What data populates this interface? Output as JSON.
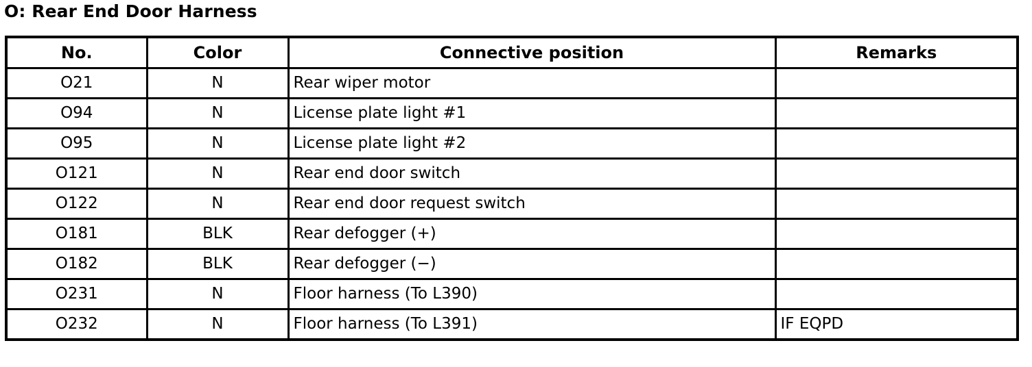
{
  "document": {
    "title": "O: Rear End Door Harness"
  },
  "table": {
    "columns": [
      {
        "key": "no",
        "label": "No.",
        "align": "center"
      },
      {
        "key": "color",
        "label": "Color",
        "align": "center"
      },
      {
        "key": "pos",
        "label": "Connective position",
        "align": "left"
      },
      {
        "key": "remarks",
        "label": "Remarks",
        "align": "left"
      }
    ],
    "rows": [
      {
        "no": "O21",
        "color": "N",
        "pos": "Rear wiper motor",
        "remarks": ""
      },
      {
        "no": "O94",
        "color": "N",
        "pos": "License plate light #1",
        "remarks": ""
      },
      {
        "no": "O95",
        "color": "N",
        "pos": "License plate light #2",
        "remarks": ""
      },
      {
        "no": "O121",
        "color": "N",
        "pos": "Rear end door switch",
        "remarks": ""
      },
      {
        "no": "O122",
        "color": "N",
        "pos": "Rear end door request switch",
        "remarks": ""
      },
      {
        "no": "O181",
        "color": "BLK",
        "pos": "Rear defogger (+)",
        "remarks": ""
      },
      {
        "no": "O182",
        "color": "BLK",
        "pos": "Rear defogger (−)",
        "remarks": ""
      },
      {
        "no": "O231",
        "color": "N",
        "pos": "Floor harness (To L390)",
        "remarks": ""
      },
      {
        "no": "O232",
        "color": "N",
        "pos": "Floor harness (To L391)",
        "remarks": "IF EQPD"
      }
    ]
  },
  "colors": {
    "ink": "#000000",
    "paper": "#ffffff"
  }
}
